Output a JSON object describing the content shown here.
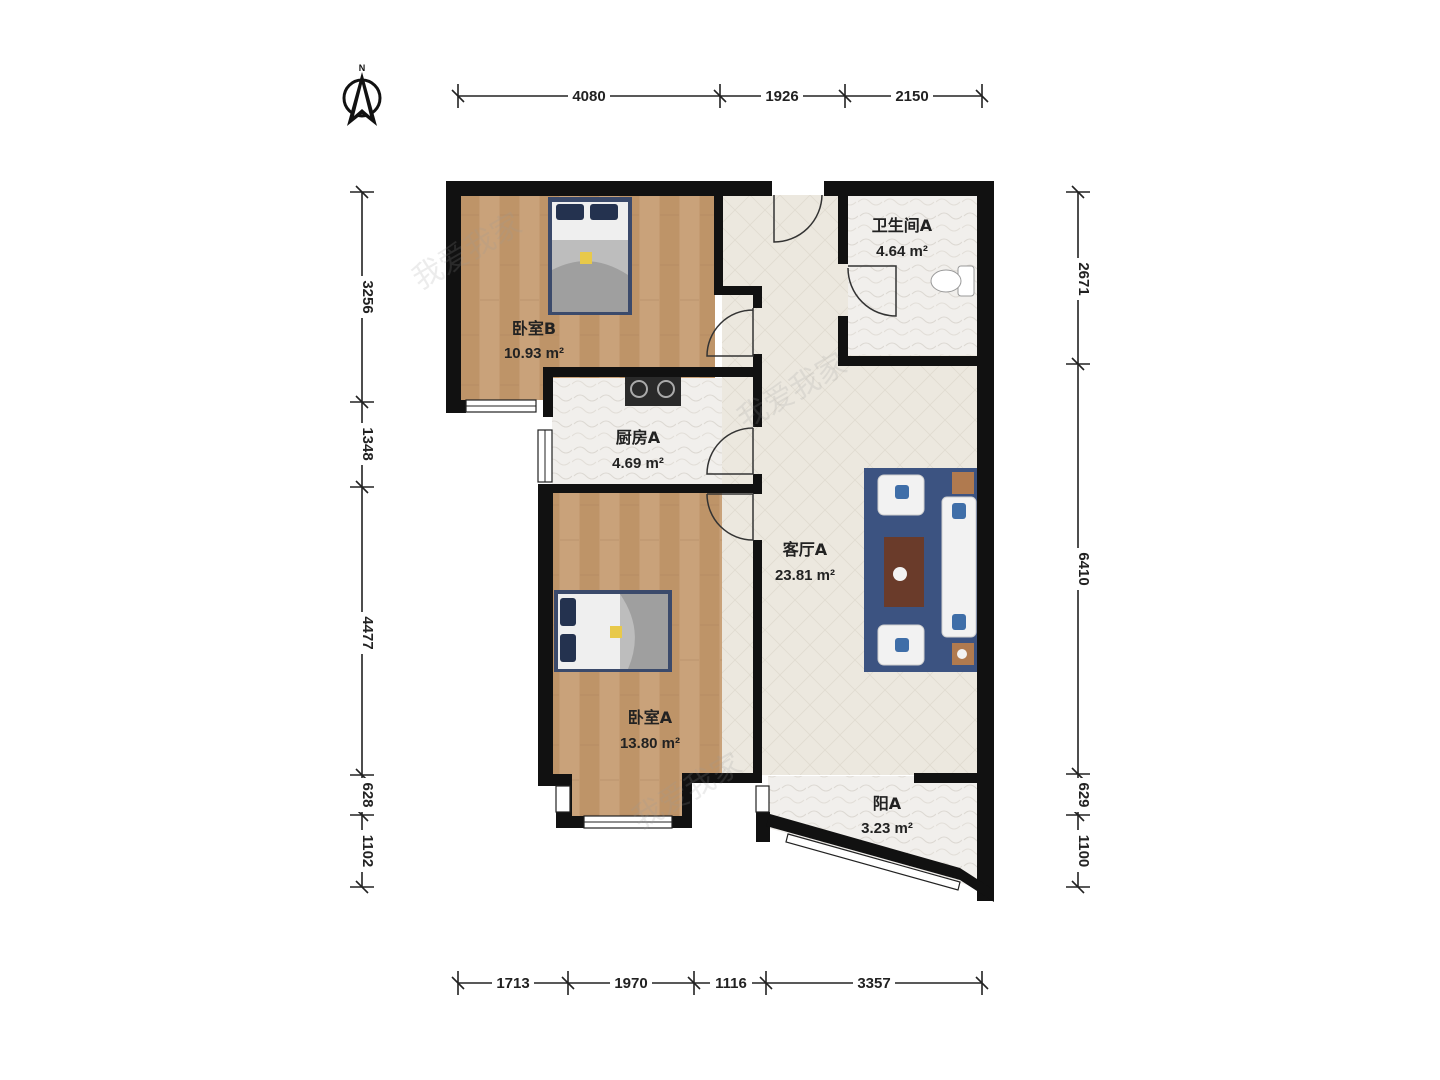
{
  "compass": {
    "label": "N",
    "icon": "north-arrow-icon"
  },
  "rooms": [
    {
      "id": "bedroom-b",
      "name": "卧室B",
      "area": "10.93 m²"
    },
    {
      "id": "kitchen-a",
      "name": "厨房A",
      "area": "4.69 m²"
    },
    {
      "id": "bedroom-a",
      "name": "卧室A",
      "area": "13.80 m²"
    },
    {
      "id": "living-a",
      "name": "客厅A",
      "area": "23.81 m²"
    },
    {
      "id": "bathroom-a",
      "name": "卫生间A",
      "area": "4.64 m²"
    },
    {
      "id": "balcony-a",
      "name": "阳A",
      "area": "3.23 m²"
    }
  ],
  "dimensions": {
    "top": [
      "4080",
      "1926",
      "2150"
    ],
    "bottom": [
      "1713",
      "1970",
      "1116",
      "3357"
    ],
    "left": [
      "3256",
      "1348",
      "4477",
      "628",
      "1102"
    ],
    "right": [
      "2671",
      "6410",
      "629",
      "1100"
    ]
  },
  "watermark": "我爱我家",
  "colors": {
    "wood_floor": "#c49b72",
    "tile_floor": "#eeebe6",
    "living_floor": "#ece8df",
    "rug": "#3c5381",
    "wall": "#111111"
  }
}
